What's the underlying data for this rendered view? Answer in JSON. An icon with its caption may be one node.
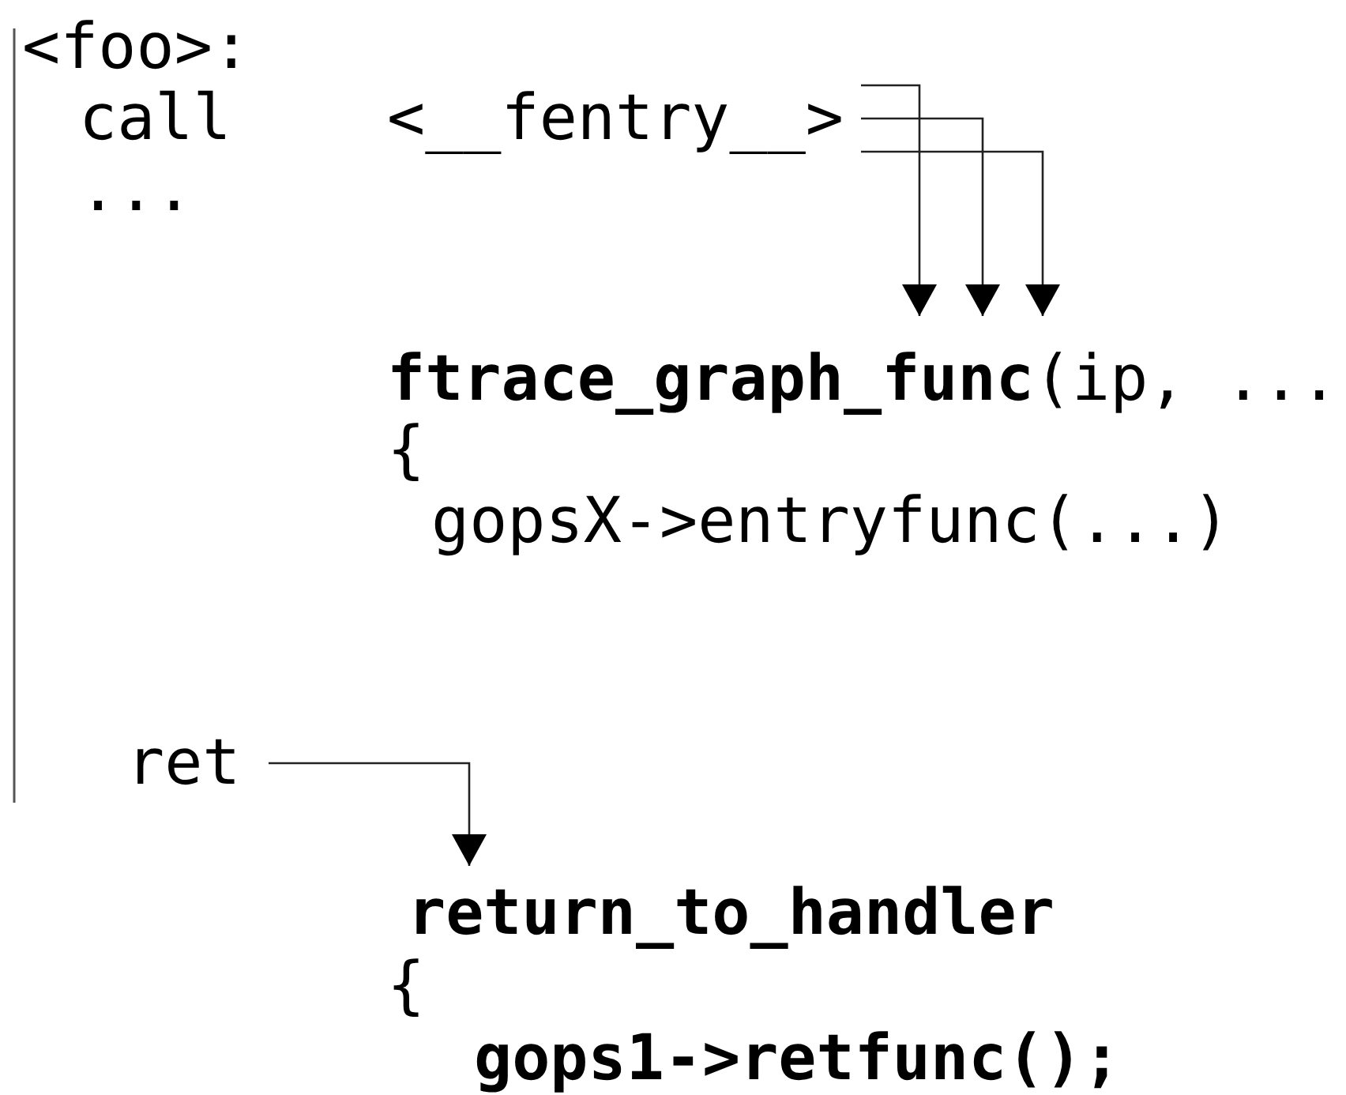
{
  "diagram": {
    "nodes": [
      {
        "text": [
          "<__fentry__>"
        ]
      },
      {
        "text": [
          "**ftrace_graph_func**(ip, ..."
        ]
      },
      {
        "text": [
          "ret"
        ]
      },
      {
        "text": [
          "return_to_handler"
        ]
      }
    ],
    "edges": [
      {
        "from": 0,
        "to": 1,
        "arrow": "to"
      },
      {
        "from": 0,
        "to": 1,
        "arrow": "to"
      },
      {
        "from": 0,
        "to": 1,
        "arrow": "to"
      },
      {
        "from": 2,
        "to": 3,
        "arrow": "to"
      }
    ],
    "labels": [
      "<foo>:",
      "call",
      "...",
      "{",
      "gopsX->entryfunc(...)",
      "{",
      "gops1->retfunc();"
    ]
  }
}
